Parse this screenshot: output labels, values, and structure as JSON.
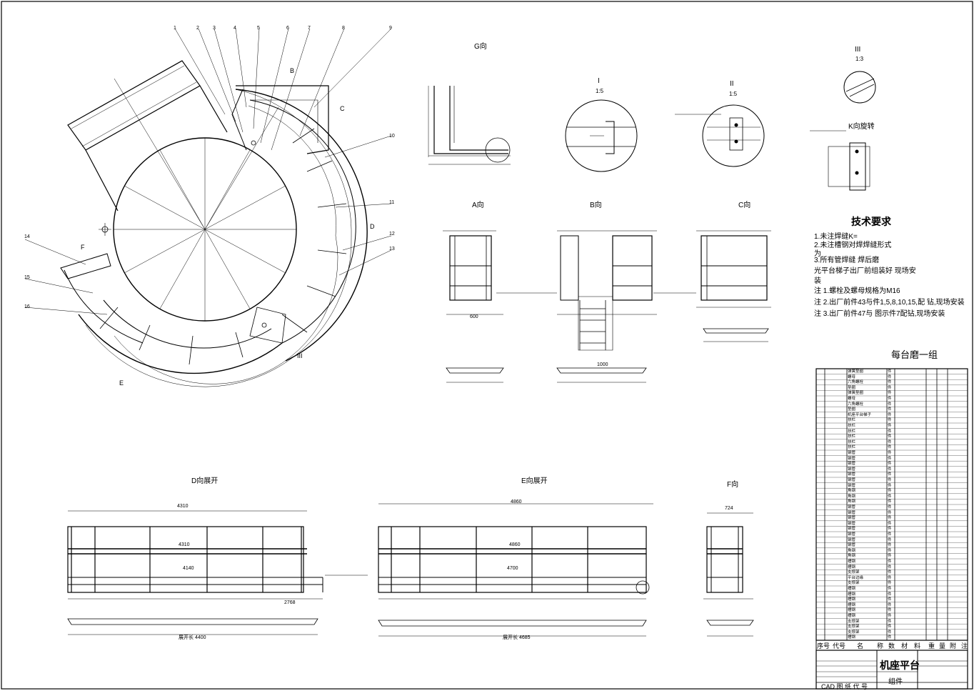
{
  "views": {
    "g": "G向",
    "i": "I",
    "i_scale": "1:5",
    "ii": "II",
    "ii_scale": "1:5",
    "iii": "III",
    "iii_scale": "1:3",
    "k": "K向旋转",
    "a": "A向",
    "b": "B向",
    "c": "C向",
    "d": "D向展开",
    "e": "E向展开",
    "f": "F向"
  },
  "tech": {
    "title": "技术要求",
    "lines": [
      "1.未注焊缝K=",
      "2.未注槽钢对焊焊缝形式",
      "为",
      "3.所有管焊缝        焊后磨",
      "光平台梯子出厂前组装好 现场安",
      "装",
      "注 1.螺栓及螺母规格为M16",
      "注 2.出厂前件43与件1,5,8,10,15,配      钻,现场安装",
      "注 3.出厂前件47与 图示件7配钻,现场安装"
    ],
    "group": "每台磨一组"
  },
  "dims": {
    "d_top": "4310",
    "d_mid": "4310",
    "d_len": "4140",
    "d_bot": "2768",
    "d_unfold": "展开长 4400",
    "e_top": "4860",
    "e_mid": "4860",
    "e_len": "4700",
    "e_unfold": "展开长 4685",
    "f_top": "724",
    "b_dim": "1000",
    "a_dim": "600"
  },
  "bom": {
    "rows": [
      "弹簧垫圈",
      "螺母",
      "六角螺栓",
      "垫圈",
      "弹簧垫圈",
      "螺母",
      "六角螺栓",
      "垫圈",
      "机座平台梯子",
      "扶栏",
      "扶栏",
      "扶栏",
      "扶栏",
      "扶栏",
      "扶栏",
      "钢管",
      "钢管",
      "钢管",
      "钢管",
      "钢管",
      "钢管",
      "钢管",
      "角钢",
      "角钢",
      "角钢",
      "钢管",
      "钢管",
      "钢管",
      "钢管",
      "钢管",
      "钢管",
      "钢管",
      "钢管",
      "角钢",
      "角钢",
      "槽钢",
      "槽钢",
      "支撑架",
      "平台边缘",
      "支撑架",
      "槽钢",
      "槽钢",
      "槽钢",
      "槽钢",
      "槽钢",
      "槽钢",
      "支撑架",
      "支撑架",
      "支撑架",
      "槽钢"
    ],
    "qty_unit": "件",
    "header": [
      "序号",
      "代号",
      "名",
      "称",
      "数",
      "材",
      "料",
      "重",
      "量",
      "附",
      "注"
    ]
  },
  "titleblock": {
    "title": "机座平台",
    "sub": "组件",
    "code": "CAD 图 纸 代 号"
  },
  "callouts": [
    "1",
    "2",
    "3",
    "4",
    "5",
    "6",
    "7",
    "8",
    "9",
    "10",
    "11",
    "12",
    "13",
    "14",
    "15",
    "16"
  ],
  "markers": [
    "B",
    "C",
    "D",
    "E",
    "F",
    "III"
  ]
}
